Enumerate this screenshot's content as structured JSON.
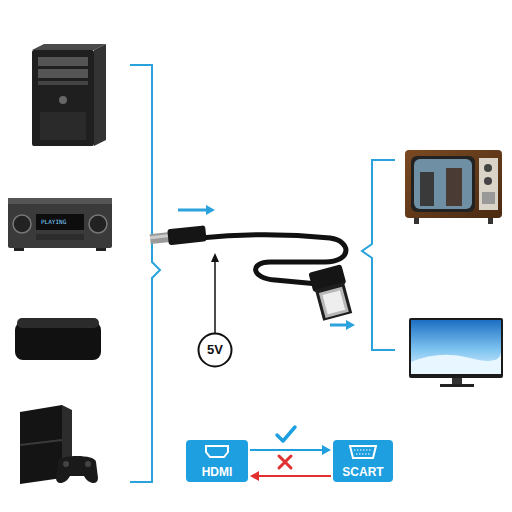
{
  "diagram": {
    "nodes": [
      {
        "text": [
          "5V"
        ]
      },
      {
        "text": [
          "HDMI"
        ]
      },
      {
        "text": [
          "SCART"
        ]
      }
    ],
    "edges": [
      {
        "from": 1,
        "to": 2,
        "arrow": "to"
      },
      {
        "from": 2,
        "to": 1,
        "arrow": "to"
      }
    ],
    "labels": [
      "PLAYING"
    ]
  }
}
